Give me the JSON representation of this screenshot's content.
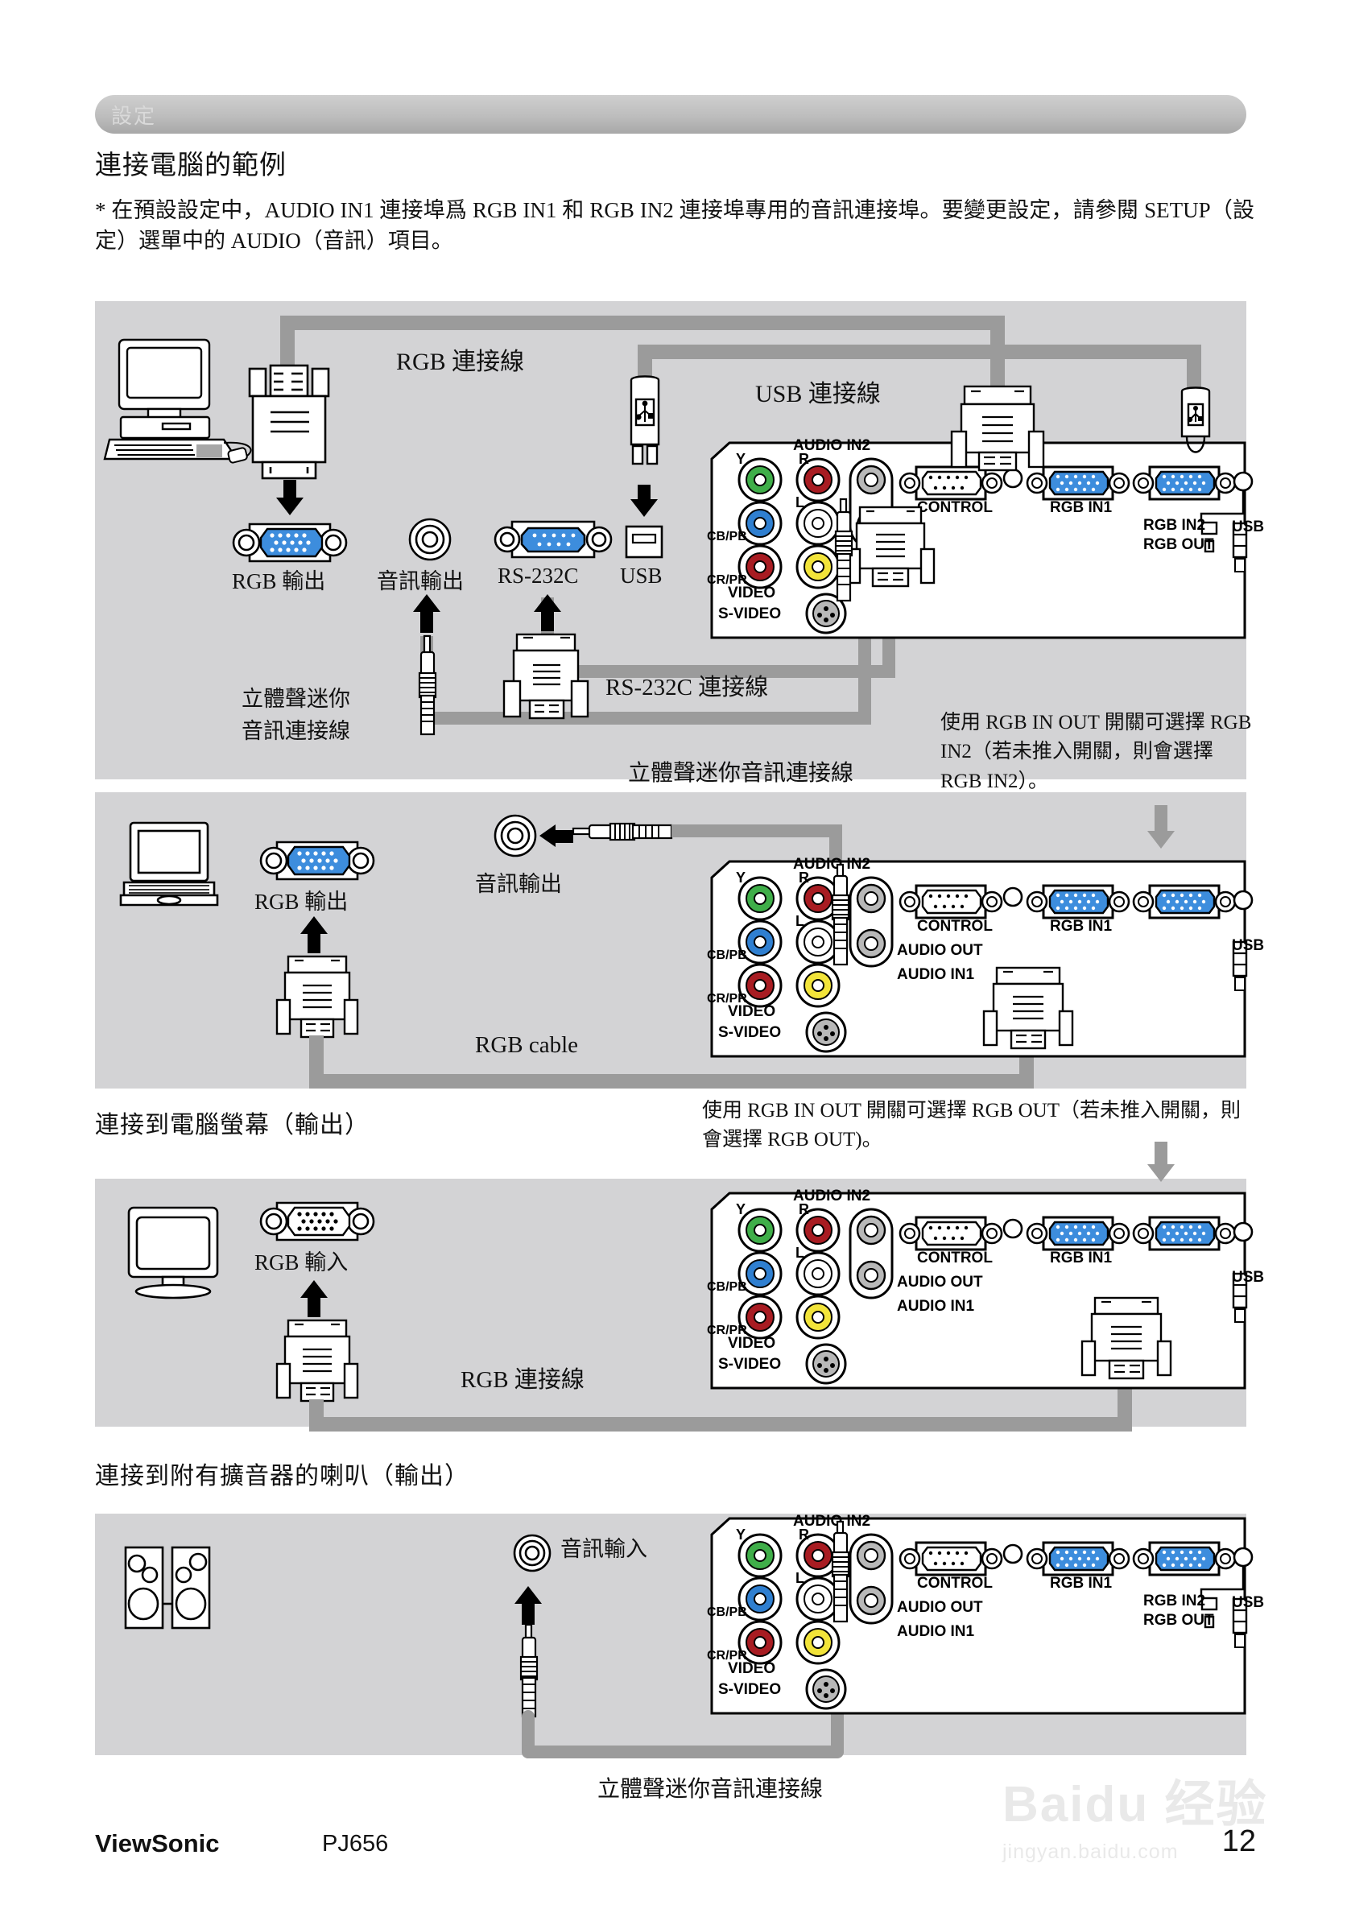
{
  "header": {
    "tab_label": "設定"
  },
  "title": "連接電腦的範例",
  "intro_paragraph": "* 在預設設定中，AUDIO IN1 連接埠爲 RGB IN1 和 RGB IN2 連接埠專用的音訊連接埠。要變更設定，請參閱 SETUP（設定）選單中的 AUDIO（音訊）項目。",
  "panel1": {
    "cable_rgb_label": "RGB 連接線",
    "cable_usb_label": "USB 連接線",
    "cable_rs232c_label": "RS-232C 連接線",
    "cable_audio_label_line1": "立體聲迷你",
    "cable_audio_label_line2": "音訊連接線",
    "port_rgb_out": "RGB 輸出",
    "port_audio_out": "音訊輸出",
    "port_rs232c": "RS-232C",
    "port_usb": "USB",
    "note": "使用 RGB IN OUT 開關可選擇 RGB IN2（若未推入開關，則會選擇 RGB IN2）。"
  },
  "panel2": {
    "port_rgb_out": "RGB 輸出",
    "port_audio_out": "音訊輸出",
    "cable_audio_label": "立體聲迷你音訊連接線",
    "cable_rgb_label": "RGB cable"
  },
  "section2_heading": "連接到電腦螢幕（輸出）",
  "section2_note": "使用 RGB IN OUT 開關可選擇 RGB OUT（若未推入開關，則會選擇 RGB OUT)。",
  "panel3": {
    "port_rgb_in": "RGB 輸入",
    "cable_rgb_label": "RGB 連接線"
  },
  "section3_heading": "連接到附有擴音器的喇叭（輸出）",
  "panel4": {
    "port_audio_in": "音訊輸入",
    "cable_audio_label": "立體聲迷你音訊連接線"
  },
  "terminal_panel": {
    "audio_in2": "AUDIO IN2",
    "y": "Y",
    "cb_pb": "CB/PB",
    "cr_pr": "CR/PR",
    "r": "R",
    "l": "L",
    "video": "VIDEO",
    "s_video": "S-VIDEO",
    "control": "CONTROL",
    "audio_out": "AUDIO OUT",
    "audio_in1": "AUDIO IN1",
    "rgb_in1": "RGB IN1",
    "rgb_in2": "RGB IN2",
    "rgb_out": "RGB OUT",
    "usb": "USB"
  },
  "colors": {
    "panel_bg": "#d3d3d5",
    "cable": "#9b9b9b",
    "vga_blue": "#3d8ddd",
    "jack_green": "#3fae49",
    "jack_blue": "#2f7fd0",
    "jack_red": "#a81c22",
    "jack_yellow": "#f2e43a",
    "jack_gray": "#b8b8b8"
  },
  "footer": {
    "brand": "ViewSonic",
    "model": "PJ656",
    "page_number": "12"
  },
  "watermark": {
    "line1": "Baidu 经验",
    "line2": "jingyan.baidu.com"
  }
}
